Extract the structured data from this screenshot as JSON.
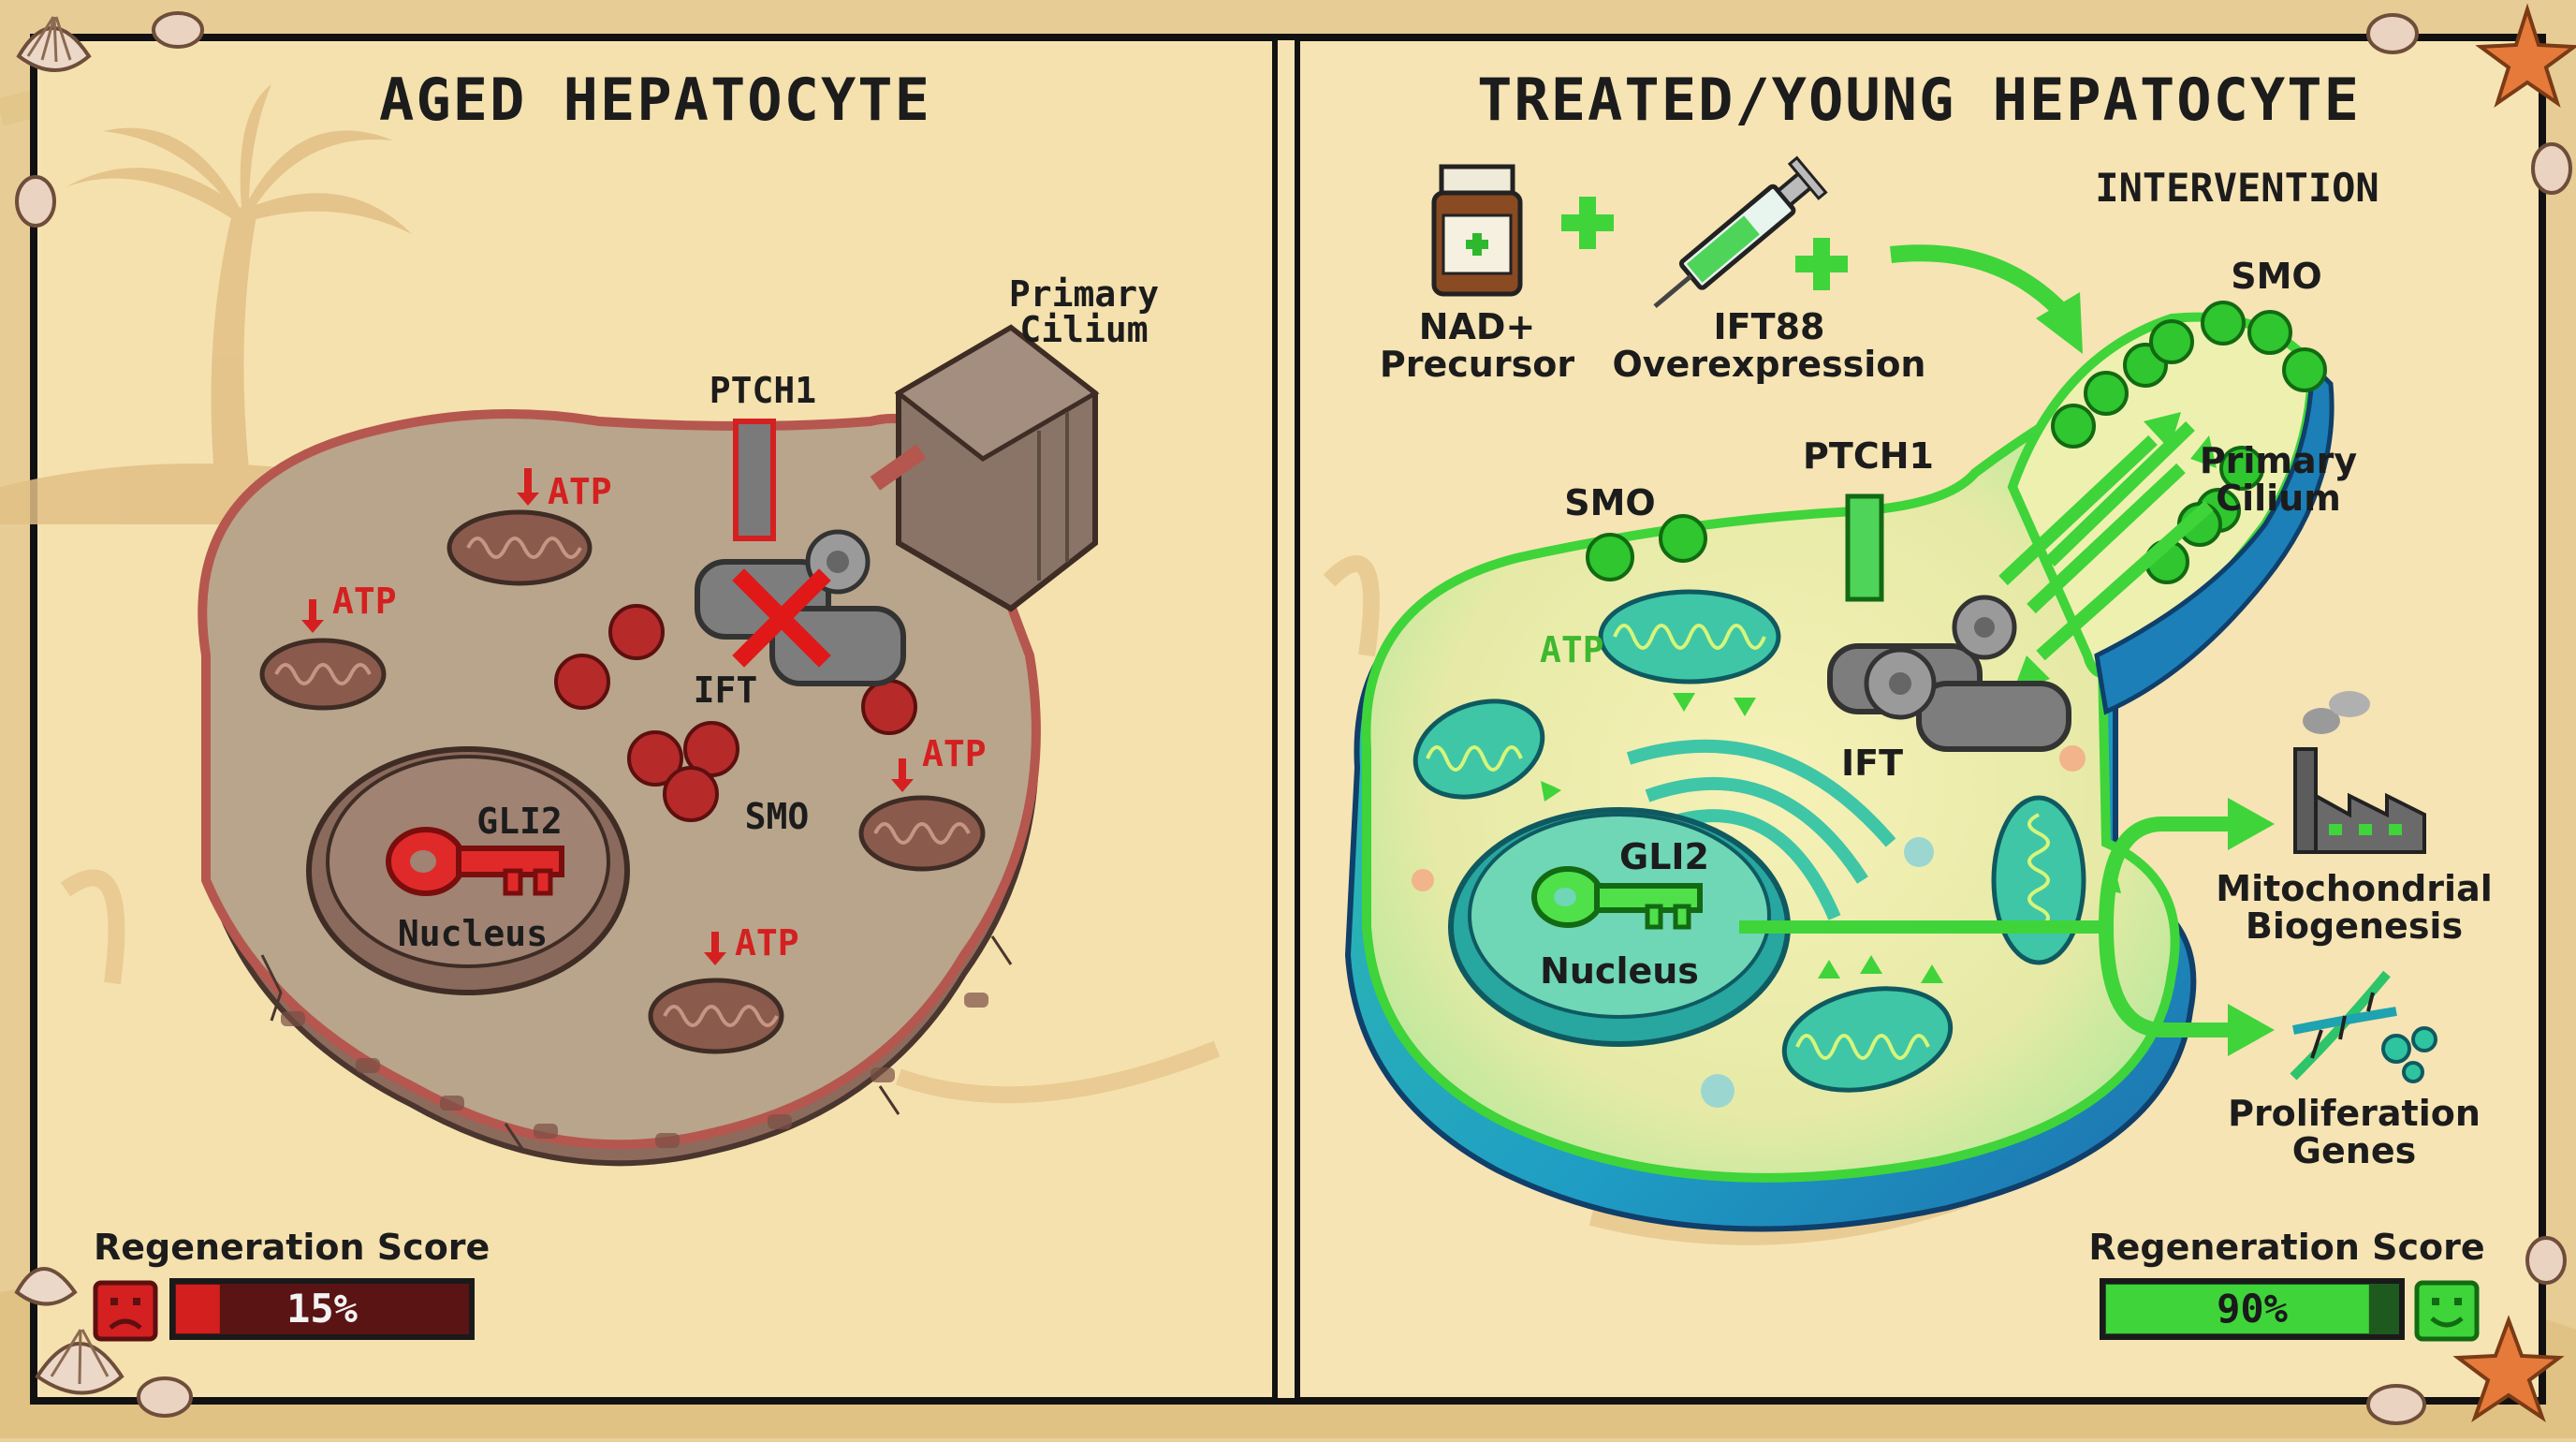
{
  "left_panel": {
    "title": "AGED HEPATOCYTE",
    "primary_cilium": [
      "Primary",
      "Cilium"
    ],
    "ptch1": "PTCH1",
    "atp": "ATP",
    "ift": "IFT",
    "smo": "SMO",
    "gli2": "GLI2",
    "nucleus": "Nucleus",
    "score_label": "Regeneration Score",
    "score_value": 15,
    "score_text": "15%",
    "score_color": "#d41f1f"
  },
  "right_panel": {
    "title": "TREATED/YOUNG HEPATOCYTE",
    "intervention": "INTERVENTION",
    "nad": [
      "NAD+",
      "Precursor"
    ],
    "ift88": [
      "IFT88",
      "Overexpression"
    ],
    "smo_cilium": "SMO",
    "smo_membrane": "SMO",
    "ptch1": "PTCH1",
    "primary_cilium": [
      "Primary",
      "Cilium"
    ],
    "atp": "ATP",
    "ift": "IFT",
    "gli2": "GLI2",
    "nucleus": "Nucleus",
    "output_1": [
      "Mitochondrial",
      "Biogenesis"
    ],
    "output_2": [
      "Proliferation",
      "Genes"
    ],
    "score_label": "Regeneration Score",
    "score_value": 90,
    "score_text": "90%",
    "score_color": "#3fd43a"
  },
  "icons": [
    "palm-tree",
    "seashell",
    "starfish",
    "pill-bottle",
    "syringe",
    "plus",
    "key",
    "gear",
    "factory",
    "dna",
    "sad-face",
    "smiley-face",
    "red-x"
  ]
}
